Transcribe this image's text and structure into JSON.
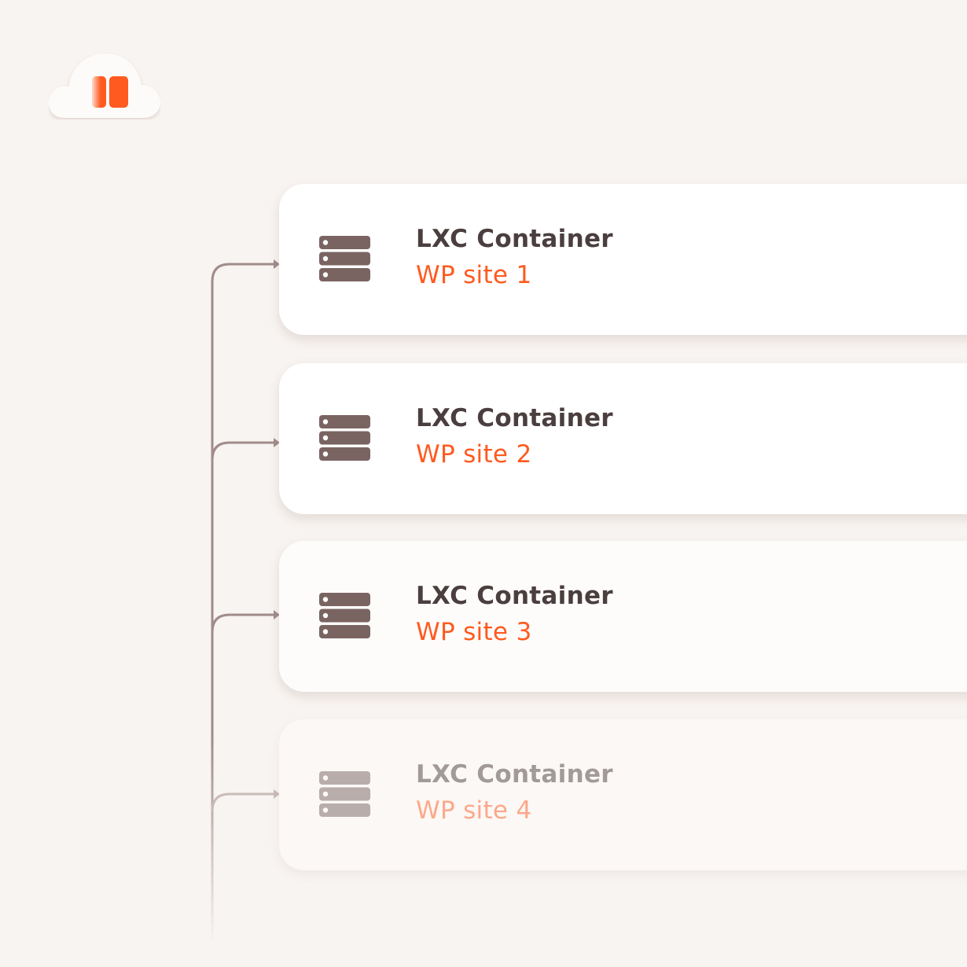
{
  "logo": {
    "icon": "cloud-logo-icon",
    "accent": "#ff5a1f"
  },
  "colors": {
    "title": "#4a3e3e",
    "accent": "#ff5a1f",
    "icon": "#7a6462",
    "line": "#a08c8a"
  },
  "containers": [
    {
      "title": "LXC Container",
      "subtitle": "WP site 1",
      "icon": "server-icon"
    },
    {
      "title": "LXC Container",
      "subtitle": "WP site 2",
      "icon": "server-icon"
    },
    {
      "title": "LXC Container",
      "subtitle": "WP site 3",
      "icon": "server-icon"
    },
    {
      "title": "LXC Container",
      "subtitle": "WP site 4",
      "icon": "server-icon"
    }
  ]
}
